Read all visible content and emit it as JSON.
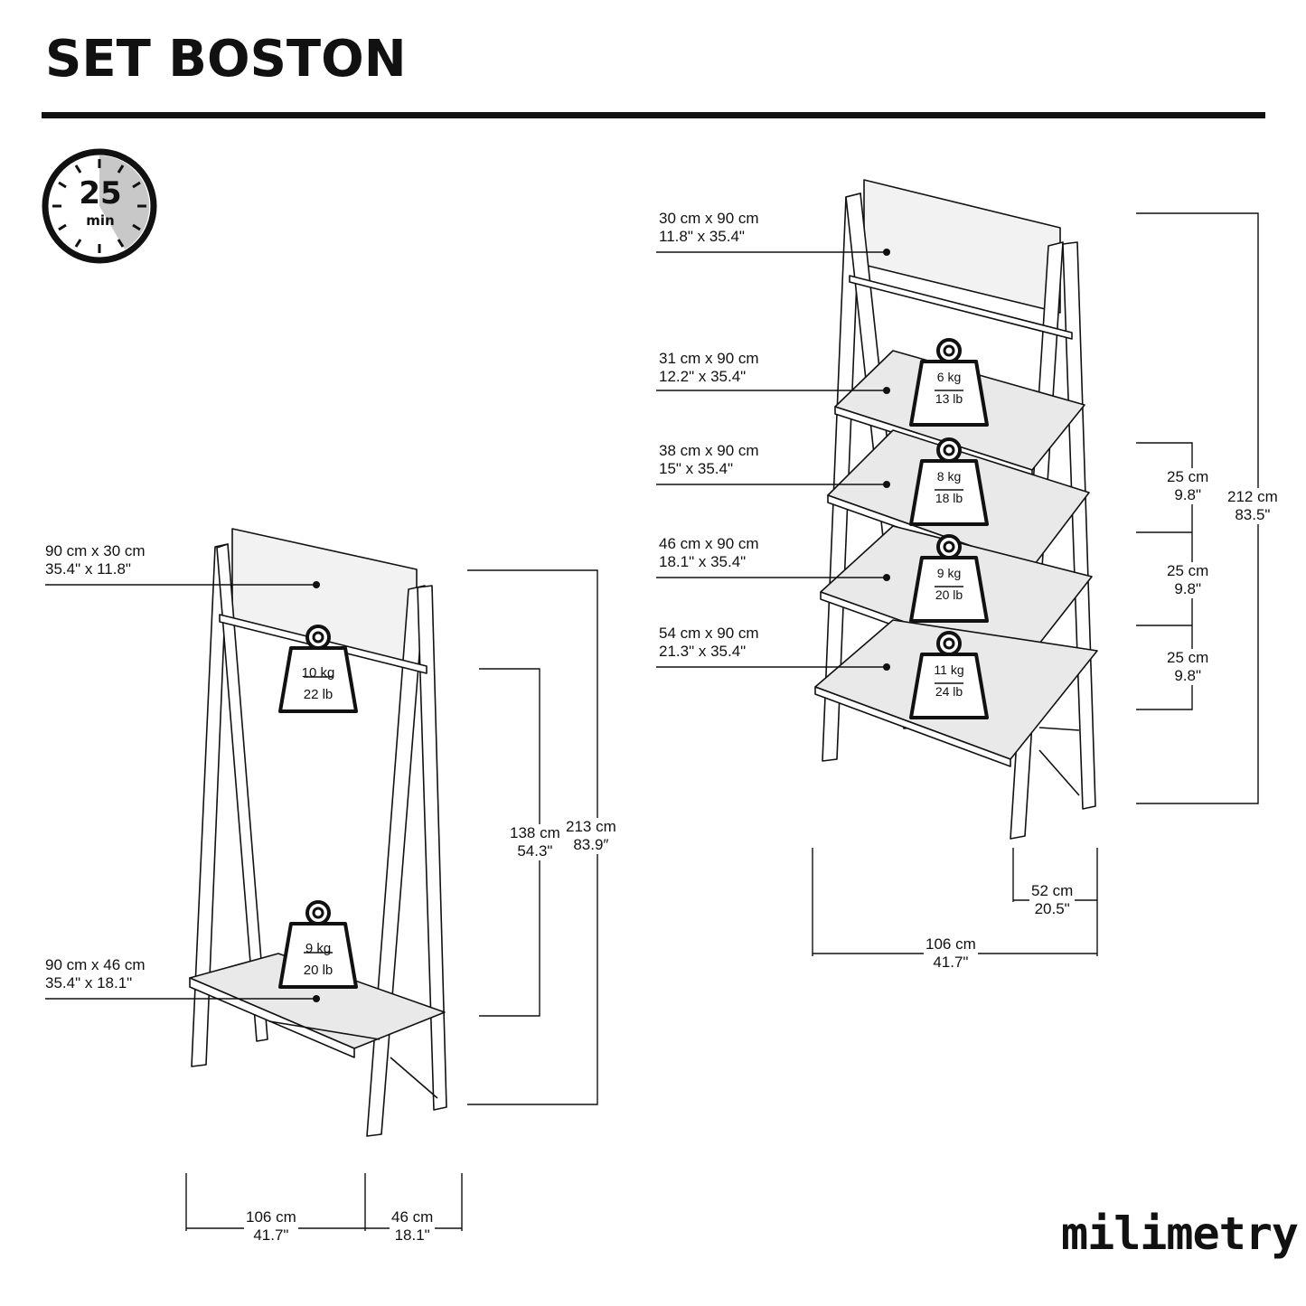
{
  "title": "SET BOSTON",
  "timer": {
    "value": "25",
    "unit": "min"
  },
  "hanger": {
    "panel_label": [
      "90 cm x 30 cm",
      "35.4\" x 11.8\""
    ],
    "shelf_label": [
      "90 cm x 46 cm",
      "35.4\" x 18.1\""
    ],
    "rail_load": {
      "kg": "10 kg",
      "lb": "22 lb"
    },
    "shelf_load": {
      "kg": "9 kg",
      "lb": "20 lb"
    },
    "height_rail": [
      "138 cm",
      "54.3\""
    ],
    "height_total": [
      "213 cm",
      "83.9″"
    ],
    "width": [
      "106 cm",
      "41.7\""
    ],
    "depth": [
      "46 cm",
      "18.1\""
    ]
  },
  "ladder": {
    "panel_label": [
      "30 cm x 90 cm",
      "11.8\" x 35.4\""
    ],
    "shelves": [
      {
        "label": [
          "31 cm x 90 cm",
          "12.2\" x 35.4\""
        ],
        "kg": "6 kg",
        "lb": "13 lb"
      },
      {
        "label": [
          "38 cm x 90 cm",
          "15\" x 35.4\""
        ],
        "kg": "8 kg",
        "lb": "18 lb"
      },
      {
        "label": [
          "46 cm x 90 cm",
          "18.1\" x 35.4\""
        ],
        "kg": "9 kg",
        "lb": "20 lb"
      },
      {
        "label": [
          "54 cm x 90 cm",
          "21.3\" x 35.4\""
        ],
        "kg": "11 kg",
        "lb": "24 lb"
      }
    ],
    "spacing": [
      [
        "25 cm",
        "9.8\""
      ],
      [
        "25 cm",
        "9.8\""
      ],
      [
        "25 cm",
        "9.8\""
      ]
    ],
    "height_total": [
      "212 cm",
      "83.5\""
    ],
    "width": [
      "106 cm",
      "41.7\""
    ],
    "depth": [
      "52 cm",
      "20.5\""
    ]
  },
  "brand": "milimetry",
  "colors": {
    "line": "#111111",
    "panel": "#f2f2f2",
    "shelf": "#e9e9e9",
    "timer_fill": "#c8c8c8"
  }
}
